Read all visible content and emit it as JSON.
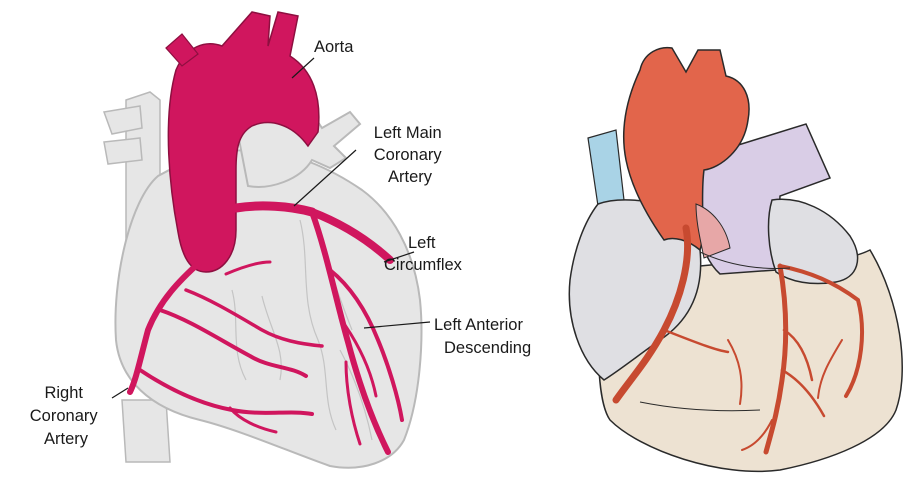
{
  "left_diagram": {
    "labels": {
      "aorta": [
        "Aorta"
      ],
      "left_main": [
        "Left Main",
        "Coronary",
        "Artery"
      ],
      "left_circumflex": [
        "Left",
        "Circumflex"
      ],
      "lad": [
        "Left Anterior",
        "Descending"
      ],
      "right_coronary": [
        "Right",
        "Coronary",
        "Artery"
      ]
    }
  },
  "colors": {
    "vessel_magenta": "#d0165e",
    "heart_grey": "#e6e6e6",
    "outline_grey": "#b9b9b9",
    "aorta_orange": "#e2654b",
    "artery_red": "#c74a30",
    "pulmonary_lavender": "#d9cde6",
    "ventricle_beige": "#ede2d2",
    "atrium_grey": "#dfdfe3",
    "vessel_blue": "#a9d3e6"
  }
}
